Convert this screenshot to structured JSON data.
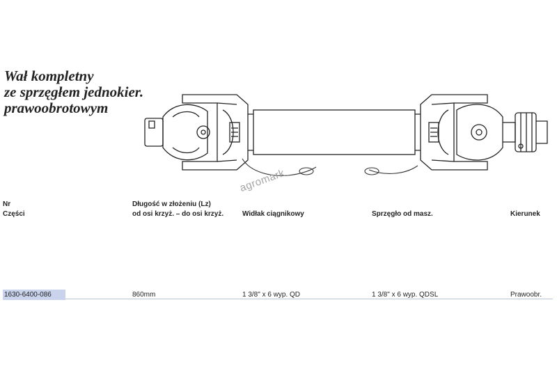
{
  "title": {
    "lines": [
      "Wał kompletny",
      "ze sprzęgłem jednokier.",
      "prawoobrotowym"
    ]
  },
  "watermark": "agromark",
  "table": {
    "headers": {
      "nr": [
        "Nr",
        "Części"
      ],
      "length": [
        "Długość w złożeniu (Lz)",
        "od osi krzyż. – do osi krzyż."
      ],
      "yoke": "Widłak ciągnikowy",
      "clutch": "Sprzęgło od masz.",
      "direction": "Kierunek"
    },
    "rows": [
      {
        "part_no": "1630-6400-086",
        "length": "860mm",
        "yoke": "1 3/8\" x 6 wyp. QD",
        "clutch": "1 3/8\" x 6 wyp. QDSL",
        "direction": "Prawoobr."
      }
    ]
  },
  "colors": {
    "highlight": "#c9d3ec",
    "row_line": "#b8c4d8"
  }
}
